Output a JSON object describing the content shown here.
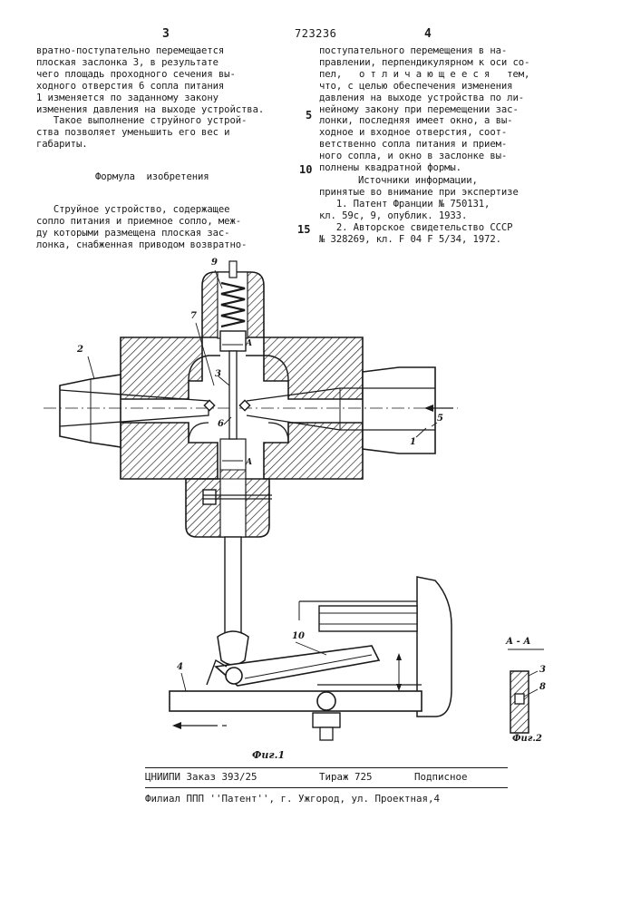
{
  "header": {
    "page_left": "3",
    "patent_number": "723236",
    "page_right": "4"
  },
  "left_column": {
    "para1": [
      "вратно-поступательно перемещается",
      "плоская заслонка 3, в результате",
      "чего площадь проходного сечения вы-",
      "ходного отверстия 6 сопла питания",
      "1 изменяется по заданному закону",
      "изменения давления на выходе устройства."
    ],
    "para2": [
      "   Такое выполнение струйного устрой-",
      "ства позволяет уменьшить его вес и",
      "габариты."
    ],
    "formula_title": "Формула  изобретения",
    "claim": [
      "   Струйное устройство, содержащее",
      "сопло питания и приемное сопло, меж-",
      "ду которыми размещена плоская зас-",
      "лонка, снабженная приводом возвратно-"
    ]
  },
  "right_column": {
    "lines": [
      "поступательного перемещения в на-",
      "правлении, перпендикулярном к оси со-",
      "пел,   о т л и ч а ю щ е е с я   тем,",
      "что, с целью обеспечения изменения",
      "давления на выходе устройства по ли-",
      "нейному закону при перемещении зас-",
      "лонки, последняя имеет окно, а вы-",
      "ходное и входное отверстия, соот-",
      "ветственно сопла питания и прием-",
      "ного сопла, и окно в заслонке вы-",
      "полнены квадратной формы."
    ],
    "sources_title": "Источники информации,",
    "sources_subtitle": "принятые во внимание при экспертизе",
    "sources": [
      "   1. Патент Франции № 750131,",
      "кл. 59с, 9, опублик. 1933.",
      "   2. Авторское свидетельство СССР",
      "№ 328269, кл. F 04 F 5/34, 1972."
    ]
  },
  "line_numbers": {
    "n5": "5",
    "n10": "10",
    "n15": "15"
  },
  "figure": {
    "fig1_caption": "Фиг.1",
    "fig2_caption": "Фиг.2",
    "section_title": "А - А",
    "labels": {
      "l1": "1",
      "l2": "2",
      "l3": "3",
      "l4": "4",
      "l5": "5",
      "l6": "6",
      "l7": "7",
      "l8": "8",
      "l9": "9",
      "l10": "10",
      "a_top": "А",
      "a_bottom": "А",
      "s3": "3"
    }
  },
  "footer": {
    "order": "ЦНИИПИ Заказ 393/25",
    "circulation": "Тираж 725",
    "subscription": "Подписное",
    "branch": "Филиал ППП ''Патент'', г. Ужгород, ул. Проектная,4"
  }
}
